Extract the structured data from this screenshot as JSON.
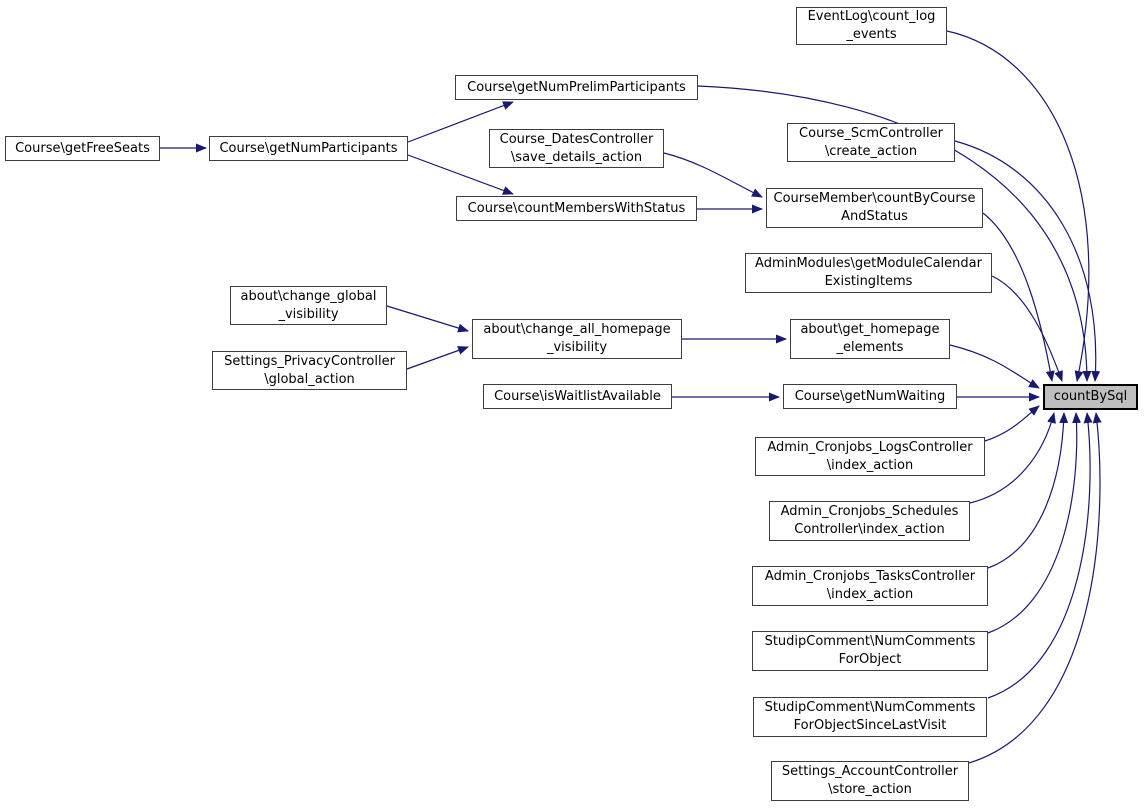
{
  "diagram": {
    "kind": "caller-graph",
    "target_function": "countBySql",
    "colors": {
      "edge": "#191970",
      "node_fill": "#ffffff",
      "node_border": "#3d3d3d",
      "highlight_fill": "#bfbfbf",
      "highlight_border": "#000000",
      "text": "#000000",
      "background": "#ffffff"
    },
    "nodes": [
      {
        "id": "eventlog_count_log_events",
        "label": "EventLog\\count_log\n_events"
      },
      {
        "id": "course_getnumprelimparticipants",
        "label": "Course\\getNumPrelimParticipants"
      },
      {
        "id": "course_getfreeseats",
        "label": "Course\\getFreeSeats"
      },
      {
        "id": "course_getnumparticipants",
        "label": "Course\\getNumParticipants"
      },
      {
        "id": "course_datescontroller_save",
        "label": "Course_DatesController\n\\save_details_action"
      },
      {
        "id": "course_scmcontroller_create",
        "label": "Course_ScmController\n\\create_action"
      },
      {
        "id": "course_countmemberswithstatus",
        "label": "Course\\countMembersWithStatus"
      },
      {
        "id": "coursemember_countbycourse",
        "label": "CourseMember\\countByCourse\nAndStatus"
      },
      {
        "id": "adminmodules_getmodulecalendar",
        "label": "AdminModules\\getModuleCalendar\nExistingItems"
      },
      {
        "id": "about_change_global_visibility",
        "label": "about\\change_global\n_visibility"
      },
      {
        "id": "settings_privacycontroller_global",
        "label": "Settings_PrivacyController\n\\global_action"
      },
      {
        "id": "about_change_all_homepage",
        "label": "about\\change_all_homepage\n_visibility"
      },
      {
        "id": "about_get_homepage_elements",
        "label": "about\\get_homepage\n_elements"
      },
      {
        "id": "course_iswaitlistavailable",
        "label": "Course\\isWaitlistAvailable"
      },
      {
        "id": "course_getnumwaiting",
        "label": "Course\\getNumWaiting"
      },
      {
        "id": "countbysql",
        "label": "countBySql",
        "highlight": true
      },
      {
        "id": "admin_cronjobs_logs_index",
        "label": "Admin_Cronjobs_LogsController\n\\index_action"
      },
      {
        "id": "admin_cronjobs_schedules_index",
        "label": "Admin_Cronjobs_Schedules\nController\\index_action"
      },
      {
        "id": "admin_cronjobs_tasks_index",
        "label": "Admin_Cronjobs_TasksController\n\\index_action"
      },
      {
        "id": "studipcomment_numcomments",
        "label": "StudipComment\\NumComments\nForObject"
      },
      {
        "id": "studipcomment_numcomments_since",
        "label": "StudipComment\\NumComments\nForObjectSinceLastVisit"
      },
      {
        "id": "settings_accountcontroller_store",
        "label": "Settings_AccountController\n\\store_action"
      }
    ],
    "edges": [
      {
        "from": "course_getfreeseats",
        "to": "course_getnumparticipants"
      },
      {
        "from": "course_getnumparticipants",
        "to": "course_getnumprelimparticipants"
      },
      {
        "from": "course_getnumparticipants",
        "to": "course_countmemberswithstatus"
      },
      {
        "from": "course_datescontroller_save",
        "to": "coursemember_countbycourse"
      },
      {
        "from": "course_countmemberswithstatus",
        "to": "coursemember_countbycourse"
      },
      {
        "from": "about_change_global_visibility",
        "to": "about_change_all_homepage"
      },
      {
        "from": "settings_privacycontroller_global",
        "to": "about_change_all_homepage"
      },
      {
        "from": "about_change_all_homepage",
        "to": "about_get_homepage_elements"
      },
      {
        "from": "course_iswaitlistavailable",
        "to": "course_getnumwaiting"
      },
      {
        "from": "eventlog_count_log_events",
        "to": "countbysql"
      },
      {
        "from": "course_getnumprelimparticipants",
        "to": "countbysql"
      },
      {
        "from": "course_scmcontroller_create",
        "to": "countbysql"
      },
      {
        "from": "coursemember_countbycourse",
        "to": "countbysql"
      },
      {
        "from": "adminmodules_getmodulecalendar",
        "to": "countbysql"
      },
      {
        "from": "about_get_homepage_elements",
        "to": "countbysql"
      },
      {
        "from": "course_getnumwaiting",
        "to": "countbysql"
      },
      {
        "from": "admin_cronjobs_logs_index",
        "to": "countbysql"
      },
      {
        "from": "admin_cronjobs_schedules_index",
        "to": "countbysql"
      },
      {
        "from": "admin_cronjobs_tasks_index",
        "to": "countbysql"
      },
      {
        "from": "studipcomment_numcomments",
        "to": "countbysql"
      },
      {
        "from": "studipcomment_numcomments_since",
        "to": "countbysql"
      },
      {
        "from": "settings_accountcontroller_store",
        "to": "countbysql"
      }
    ]
  }
}
